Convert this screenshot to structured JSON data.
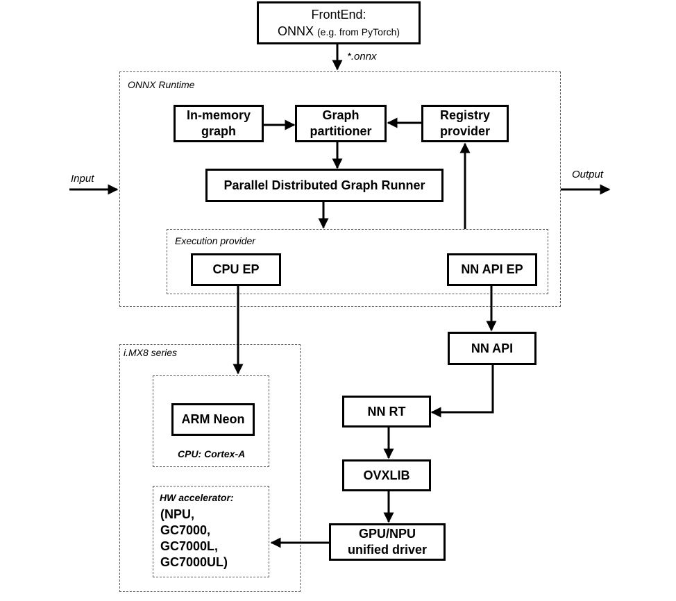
{
  "frontend": {
    "line1": "FrontEnd:",
    "line2_main": "ONNX",
    "line2_sub": "(e.g. from PyTorch)",
    "output_label": "*.onnx"
  },
  "runtime": {
    "title": "ONNX Runtime",
    "input_label": "Input",
    "output_label": "Output",
    "in_memory_graph": "In-memory\ngraph",
    "graph_partitioner": "Graph\npartitioner",
    "registry_provider": "Registry\nprovider",
    "graph_runner": "Parallel Distributed Graph Runner",
    "execution_provider": {
      "title": "Execution provider",
      "cpu_ep": "CPU EP",
      "nnapi_ep": "NN API EP"
    }
  },
  "imx8": {
    "title": "i.MX8 series",
    "arm_neon": "ARM Neon",
    "cpu_caption": "CPU: Cortex-A",
    "hw_title": "HW accelerator:",
    "hw_list": "(NPU,\nGC7000,\nGC7000L,\nGC7000UL)"
  },
  "stack": {
    "nn_api": "NN API",
    "nn_rt": "NN RT",
    "ovxlib": "OVXLIB",
    "driver": "GPU/NPU\nunified  driver"
  }
}
